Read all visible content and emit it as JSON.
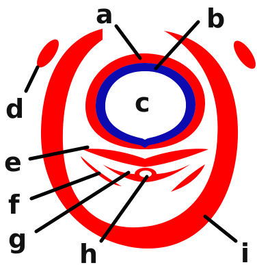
{
  "colors": {
    "red": "#ff0000",
    "blue": "#0b0bb0",
    "white": "#ffffff",
    "black": "#000000"
  },
  "labels": {
    "a": "a",
    "b": "b",
    "c": "c",
    "d": "d",
    "e": "e",
    "f": "f",
    "g": "g",
    "h": "h",
    "i": "i"
  }
}
